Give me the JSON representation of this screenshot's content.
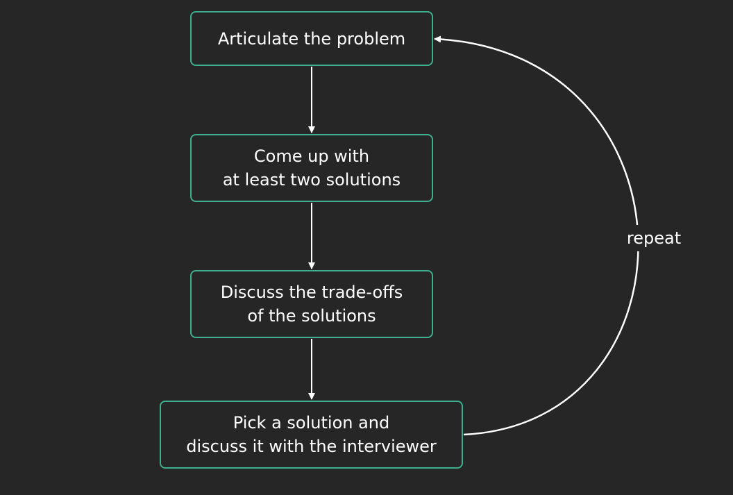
{
  "diagram": {
    "nodes": [
      {
        "id": "n1",
        "lines": [
          "Articulate the problem"
        ]
      },
      {
        "id": "n2",
        "lines": [
          "Come up with",
          "at least two solutions"
        ]
      },
      {
        "id": "n3",
        "lines": [
          "Discuss the trade-offs",
          "of the solutions"
        ]
      },
      {
        "id": "n4",
        "lines": [
          "Pick a solution and",
          "discuss it with the interviewer"
        ]
      }
    ],
    "edges": [
      {
        "from": "n1",
        "to": "n2"
      },
      {
        "from": "n2",
        "to": "n3"
      },
      {
        "from": "n3",
        "to": "n4"
      },
      {
        "from": "n4",
        "to": "n1",
        "label": "repeat"
      }
    ],
    "colors": {
      "background": "#262626",
      "node_border": "#3fae8f",
      "text": "#ffffff",
      "edge": "#ffffff"
    }
  }
}
